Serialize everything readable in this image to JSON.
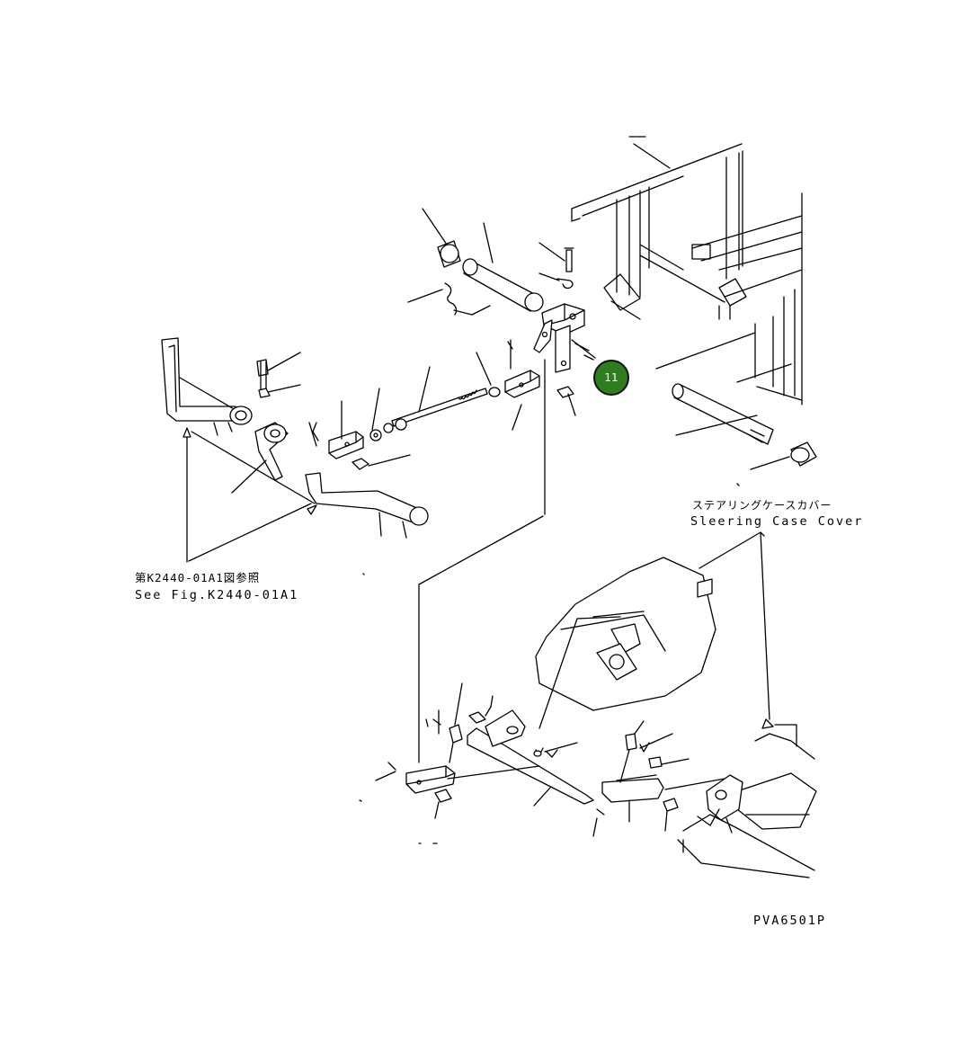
{
  "diagram": {
    "callout": {
      "number": "11",
      "color": "#2e7d1e"
    },
    "labels": {
      "steering_cover_jp": "ステアリングケースカバー",
      "steering_cover_en": "Sleering Case Cover",
      "see_fig_jp": "第K2440-01A1図参照",
      "see_fig_en": "See Fig.K2440-01A1",
      "figure_code": "PVA6501P"
    }
  }
}
